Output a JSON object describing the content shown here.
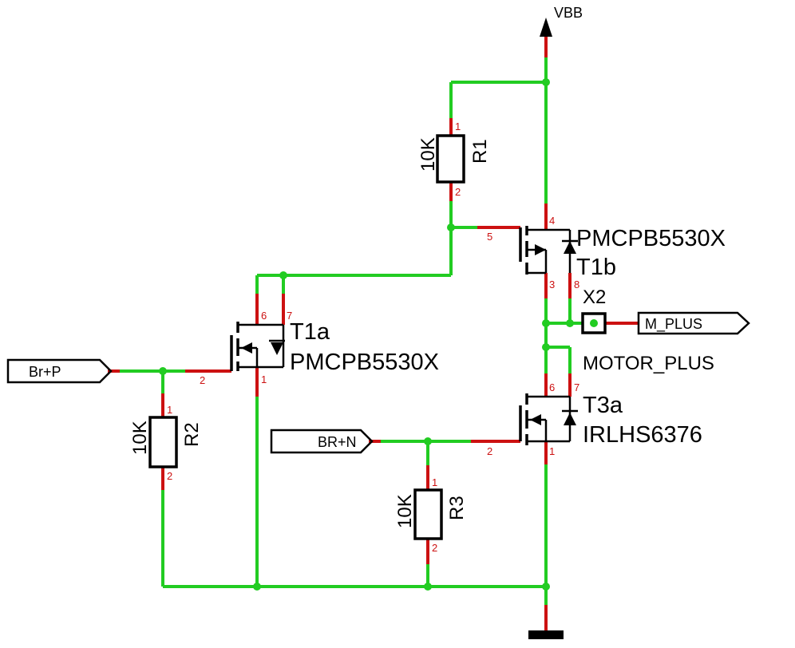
{
  "supply": {
    "name": "VBB"
  },
  "resistors": {
    "r1": {
      "name": "R1",
      "value": "10K",
      "pin1": "1",
      "pin2": "2"
    },
    "r2": {
      "name": "R2",
      "value": "10K",
      "pin1": "1",
      "pin2": "2"
    },
    "r3": {
      "name": "R3",
      "value": "10K",
      "pin1": "1",
      "pin2": "2"
    }
  },
  "transistors": {
    "t1b": {
      "name": "T1b",
      "part": "PMCPB5530X",
      "pin_gate": "5",
      "pin_source": "4",
      "pin_drain": "3",
      "pin_body": "8"
    },
    "t1a": {
      "name": "T1a",
      "part": "PMCPB5530X",
      "pin_gate": "2",
      "pin_source": "1",
      "pin_drain": "6",
      "pin_body": "7"
    },
    "t3a": {
      "name": "T3a",
      "part": "IRLHS6376",
      "pin_gate": "2",
      "pin_source": "1",
      "pin_drain": "6",
      "pin_body": "7"
    }
  },
  "connector": {
    "name": "X2"
  },
  "nets": {
    "motor_plus": "MOTOR_PLUS",
    "m_plus": "M_PLUS",
    "br_p": "Br+P",
    "br_n": "BR+N"
  }
}
